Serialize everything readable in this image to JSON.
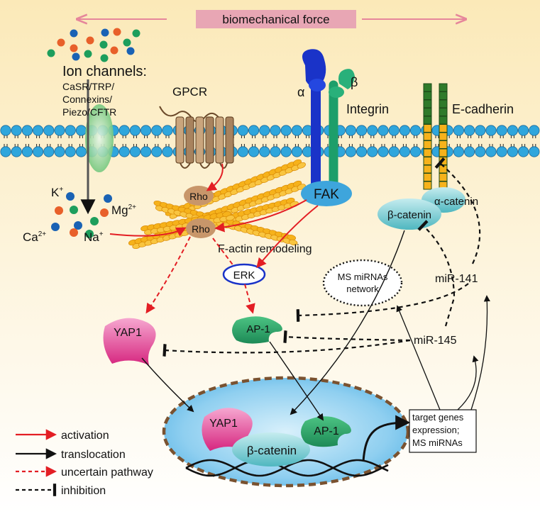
{
  "top_label": "biomechanical force",
  "ion_channels": {
    "title": "Ion channels:",
    "line1": "CaSR/TRP/",
    "line2": "Connexins/",
    "line3": "Piezo/CFTR"
  },
  "ions": {
    "k": "K",
    "k_sup": "+",
    "mg": "Mg",
    "mg_sup": "2+",
    "ca": "Ca",
    "ca_sup": "2+",
    "na": "Na",
    "na_sup": "+"
  },
  "gpcr": "GPCR",
  "integrin": {
    "label": "Integrin",
    "alpha": "α",
    "beta": "β"
  },
  "ecadherin": "E-cadherin",
  "rho_top": "Rho",
  "rho_mid": "Rho",
  "fak": "FAK",
  "alpha_catenin": "α-catenin",
  "beta_catenin": "β-catenin",
  "factin": "F-actin remodeling",
  "erk": "ERK",
  "ms_network": {
    "line1": "MS miRNAs",
    "line2": "network"
  },
  "mir141": "miR-141",
  "mir145": "miR-145",
  "yap1": "YAP1",
  "ap1": "AP-1",
  "nucleus": {
    "yap1": "YAP1",
    "beta_catenin": "β-catenin",
    "ap1": "AP-1"
  },
  "target_box": {
    "line1": "target genes",
    "line2": "expression;",
    "line3": "MS miRNAs"
  },
  "legend": [
    {
      "label": "activation"
    },
    {
      "label": "translocation"
    },
    {
      "label": "uncertain pathway"
    },
    {
      "label": "inhibition"
    }
  ],
  "colors": {
    "activation": "#e31e24",
    "translocation": "#111111",
    "yap": "#e8479a",
    "ap1": "#2aa66a",
    "fak": "#3ea5dc",
    "nucleus": "#7cc4ec",
    "membrane_head": "#2fa6dc",
    "factin": "#f6b21b",
    "rho": "#c8966a",
    "force_arrow": "#e6869b"
  }
}
